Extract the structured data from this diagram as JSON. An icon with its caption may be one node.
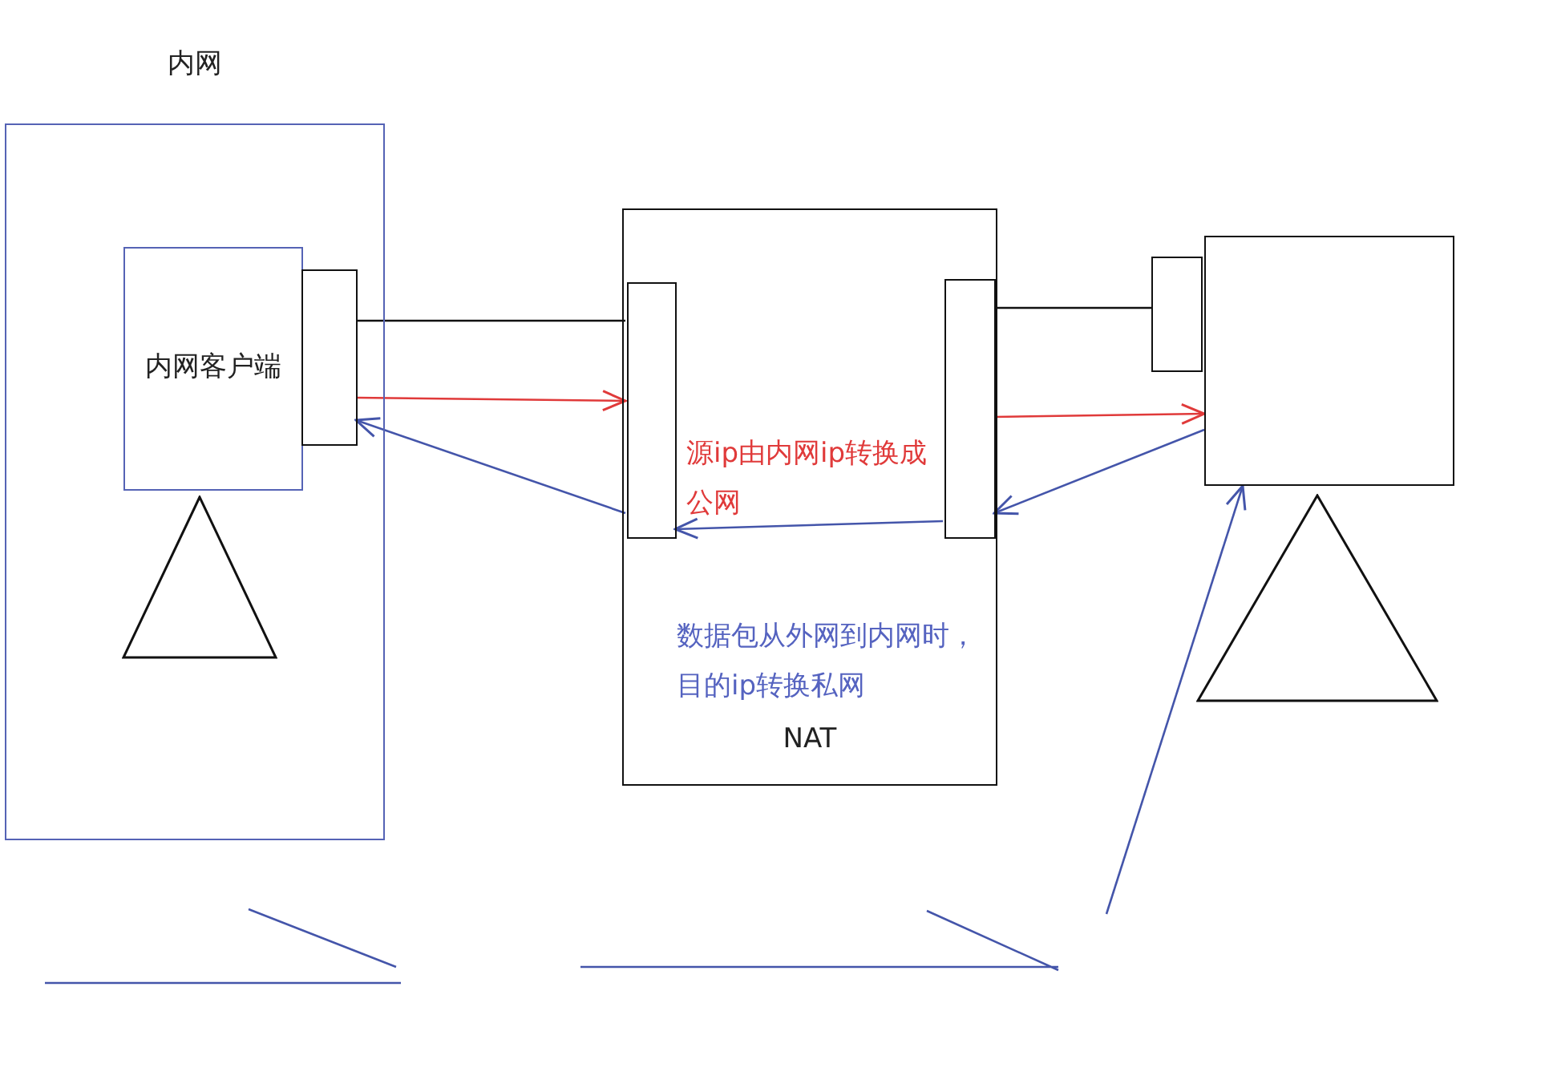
{
  "diagram": {
    "nodes": [
      {
        "text": [
          "内网"
        ]
      },
      {
        "text": [
          "内网客户端"
        ],
        "in": 0
      },
      {
        "text": [],
        "shape": "box",
        "in": 0
      },
      {
        "text": [],
        "shape": "triangle",
        "in": 0
      },
      {
        "text": [
          "NAT"
        ]
      },
      {
        "text": [],
        "shape": "box",
        "in": 4
      },
      {
        "text": [],
        "shape": "box",
        "in": 4
      },
      {
        "text": [],
        "shape": "box"
      },
      {
        "text": [],
        "shape": "box"
      },
      {
        "text": [],
        "shape": "triangle"
      }
    ],
    "edges": [
      {
        "from": 2,
        "to": 5,
        "arrow": "none",
        "color": "#111111"
      },
      {
        "from": 2,
        "to": 5,
        "arrow": "to",
        "color": "#e03a3a"
      },
      {
        "from": 6,
        "to": 7,
        "arrow": "none",
        "color": "#111111"
      },
      {
        "from": 6,
        "to": 8,
        "arrow": "to",
        "color": "#e03a3a"
      },
      {
        "from": 8,
        "to": 6,
        "arrow": "to",
        "color": "#4455aa"
      },
      {
        "from": 6,
        "to": 5,
        "arrow": "to",
        "color": "#4455aa"
      },
      {
        "from": 5,
        "to": 2,
        "arrow": "to",
        "color": "#4455aa"
      },
      {
        "from": null,
        "to": 8,
        "arrow": "to",
        "color": "#4455aa"
      }
    ],
    "labels": [
      "源ip由内网ip转换成公网",
      "数据包从外网到内网时，目的ip转换私网"
    ]
  }
}
